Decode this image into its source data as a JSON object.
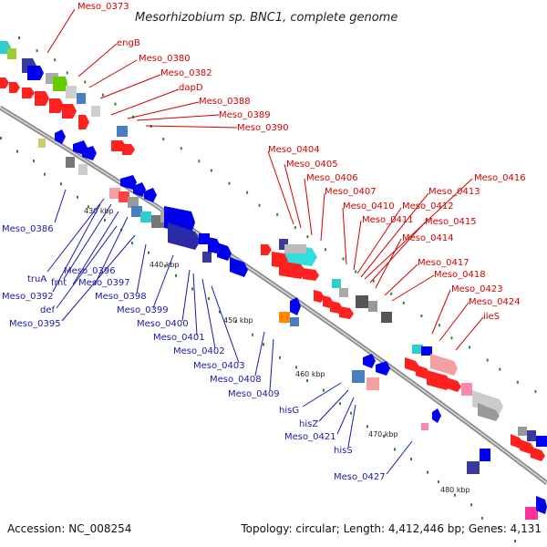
{
  "title": "Mesorhizobium sp. BNC1, complete genome",
  "footer": {
    "accession": "Accession: NC_008254",
    "summary": "Topology: circular; Length: 4,412,446 bp; Genes: 4,131"
  },
  "ticks": [
    "430 kbp",
    "440 kbp",
    "450 kbp",
    "460 kbp",
    "470 kbp",
    "480 kbp"
  ],
  "labels_top": [
    "Meso_0373",
    "engB",
    "Meso_0380",
    "Meso_0382",
    "dapD",
    "Meso_0388",
    "Meso_0389",
    "Meso_0390",
    "Meso_0404",
    "Meso_0405",
    "Meso_0406",
    "Meso_0407",
    "Meso_0410",
    "Meso_0411",
    "Meso_0412",
    "Meso_0413",
    "Meso_0416",
    "Meso_0415",
    "Meso_0414",
    "Meso_0417",
    "Meso_0418",
    "Meso_0423",
    "Meso_0424",
    "ileS"
  ],
  "labels_bottom": [
    "Meso_0386",
    "truA",
    "Meso_0396",
    "fmt",
    "Meso_0397",
    "Meso_0392",
    "def",
    "Meso_0395",
    "Meso_0398",
    "Meso_0399",
    "Meso_0400",
    "Meso_0401",
    "Meso_0402",
    "Meso_0403",
    "Meso_0408",
    "Meso_0409",
    "hisG",
    "hisZ",
    "Meso_0421",
    "hisS",
    "Meso_0427"
  ],
  "colors": {
    "red_label": "#d40000",
    "blue_label": "#1a1aaa",
    "backbone": "#9a9a9a",
    "forward_cds": "#ff0000",
    "reverse_cds": "#0000ee"
  }
}
